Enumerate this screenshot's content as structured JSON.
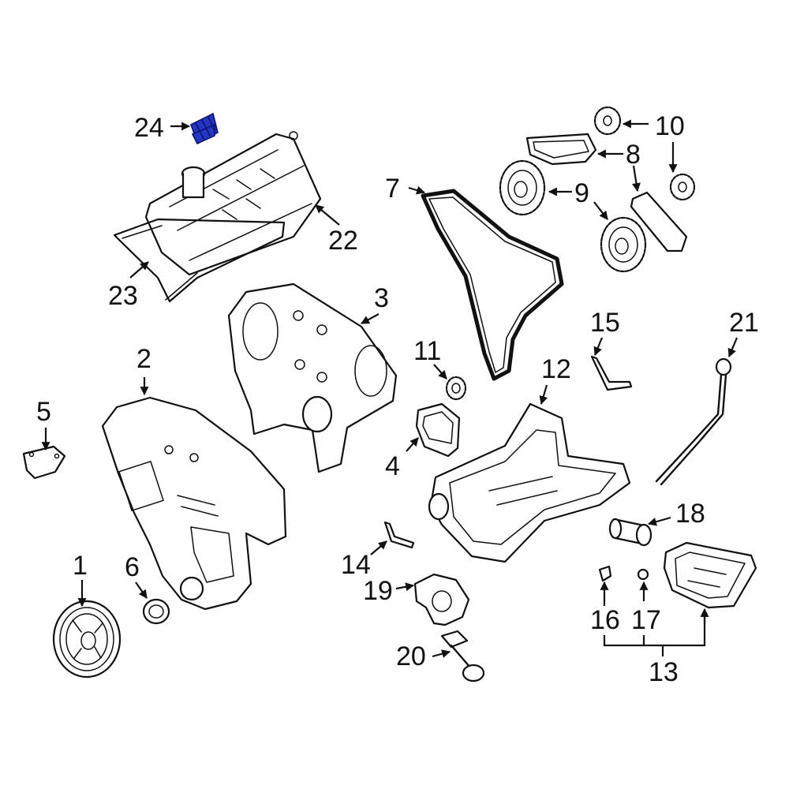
{
  "callouts": {
    "c1": "1",
    "c2": "2",
    "c3": "3",
    "c4": "4",
    "c5": "5",
    "c6": "6",
    "c7": "7",
    "c8": "8",
    "c9": "9",
    "c10": "10",
    "c11": "11",
    "c12": "12",
    "c13": "13",
    "c14": "14",
    "c15": "15",
    "c16": "16",
    "c17": "17",
    "c18": "18",
    "c19": "19",
    "c20": "20",
    "c21": "21",
    "c22": "22",
    "c23": "23",
    "c24": "24"
  },
  "colors": {
    "highlight_part": "#2636c4",
    "line": "#111111",
    "background": "#ffffff"
  },
  "highlighted_callout": "24"
}
